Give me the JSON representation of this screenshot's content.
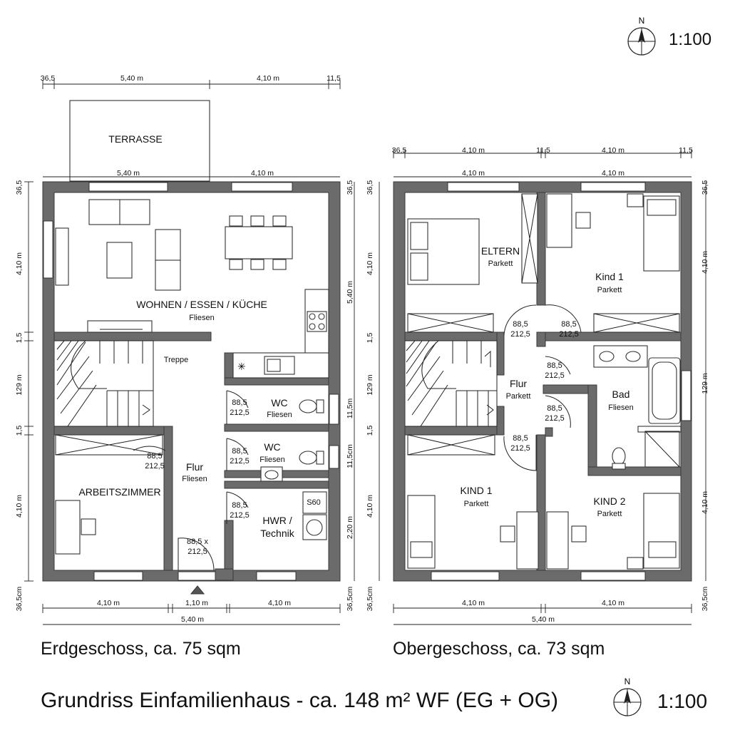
{
  "scale_top": "1:100",
  "scale_bottom": "1:100",
  "north_label": "N",
  "ground_floor_caption": "Erdgeschoss, ca. 75 sqm",
  "upper_floor_caption": "Obergeschoss, ca. 73 sqm",
  "main_title": "Grundriss Einfamilienhaus - ca. 148 m² WF (EG + OG)",
  "eg": {
    "terrace": "TERRASSE",
    "dims_top_outer": [
      "36,5",
      "5,40 m",
      "4,10 m",
      "11,5"
    ],
    "dims_top_inner": [
      "5,40 m",
      "4,10 m"
    ],
    "dims_bottom_inner": [
      "4,10 m",
      "1,10 m",
      "4,10 m"
    ],
    "dims_bottom_outer": "5,40 m",
    "dims_left": [
      "36,5",
      "4,10 m",
      "1,5",
      "129 m",
      "1,5",
      "4,10 m",
      "36,5cm"
    ],
    "dims_right": [
      "36,5",
      "5,40 m",
      "11,5m",
      "11,5cm",
      "2,20 m",
      "36,5cm"
    ],
    "rooms": {
      "wohnen": {
        "name": "WOHNEN / ESSEN / KÜCHE",
        "floor": "Fliesen"
      },
      "treppe": {
        "name": "Treppe"
      },
      "wc1": {
        "name": "WC",
        "floor": "Fliesen"
      },
      "wc2": {
        "name": "WC",
        "floor": "Fliesen"
      },
      "flur": {
        "name": "Flur",
        "floor": "Fliesen"
      },
      "arbeit": {
        "name": "ARBEITSZIMMER"
      },
      "hwr": {
        "name": "HWR /",
        "name2": "Technik"
      }
    },
    "doors": {
      "d1": [
        "88,5",
        "212,5"
      ],
      "d2": [
        "88,5",
        "212,5"
      ],
      "d3": [
        "88,5",
        "212,5"
      ],
      "d4": [
        "88,5",
        "212,5"
      ],
      "entry": [
        "88,5 x",
        "212,5"
      ]
    },
    "appliance": "S60"
  },
  "og": {
    "dims_top_outer": [
      "36,5",
      "4,10 m",
      "11,5",
      "4,10 m",
      "11,5"
    ],
    "dims_top_inner": [
      "4,10 m",
      "4,10 m"
    ],
    "dims_bottom_inner": [
      "4,10 m",
      "4,10 m"
    ],
    "dims_bottom_outer": "5,40 m",
    "dims_left": [
      "36,5",
      "4,10 m",
      "1,5",
      "129 m",
      "1,5",
      "4,10 m",
      "36,5cm"
    ],
    "dims_right": [
      "36,5",
      "4,10 m",
      "129 m",
      "4,10 m",
      "36,5cm"
    ],
    "rooms": {
      "eltern": {
        "name": "ELTERN",
        "floor": "Parkett"
      },
      "kind1a": {
        "name": "Kind 1",
        "floor": "Parkett"
      },
      "flur": {
        "name": "Flur",
        "floor": "Parkett"
      },
      "bad": {
        "name": "Bad",
        "floor": "Fliesen"
      },
      "kind1b": {
        "name": "KIND 1",
        "floor": "Parkett"
      },
      "kind2": {
        "name": "KIND 2",
        "floor": "Parkett"
      }
    },
    "doors": {
      "d1": [
        "88,5",
        "212,5"
      ],
      "d2": [
        "88,5",
        "212,5"
      ],
      "d3": [
        "88,5",
        "212,5"
      ],
      "d4": [
        "88,5",
        "212,5"
      ],
      "d5": [
        "88,5",
        "212,5"
      ]
    }
  }
}
